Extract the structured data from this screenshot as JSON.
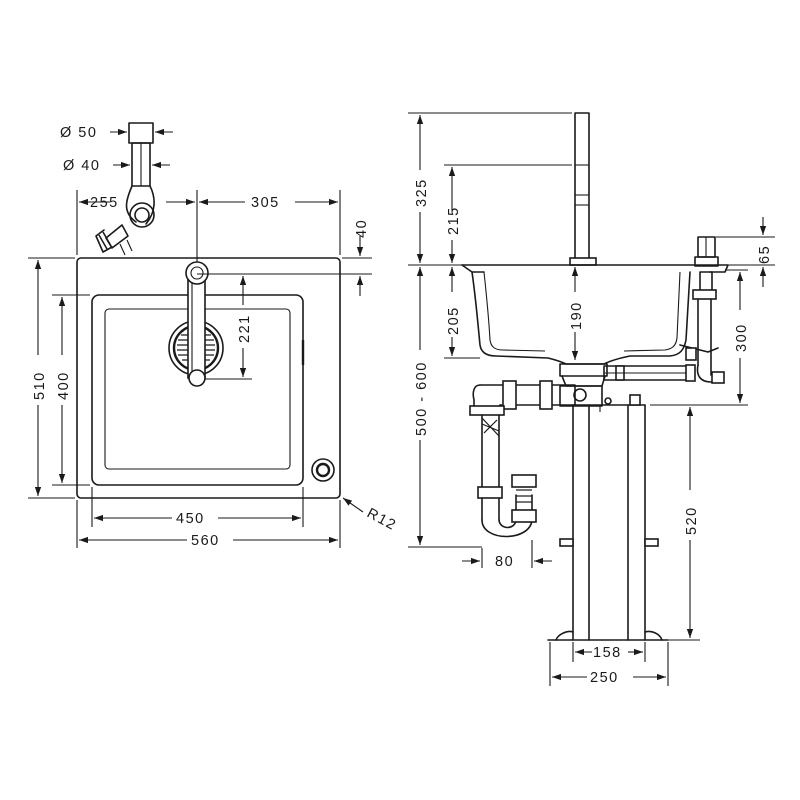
{
  "top_view": {
    "dim_pipe_outer": "Ø 50",
    "dim_pipe_inner": "Ø 40",
    "dim_left_offset": "255",
    "dim_right_offset": "305",
    "dim_top_gap": "40",
    "dim_height_outer": "510",
    "dim_height_inner": "400",
    "dim_tap_reach": "221",
    "dim_width_inner": "450",
    "dim_width_outer": "560",
    "dim_radius": "R12"
  },
  "side_view": {
    "dim_tap_total": "325",
    "dim_tap_spout": "215",
    "dim_dispenser": "65",
    "dim_bowl_depth": "205",
    "dim_bowl_center": "190",
    "dim_side_depth": "300",
    "dim_mount_height": "500 - 600",
    "dim_cabinet_height": "520",
    "dim_trap_width": "80",
    "dim_leg_inner": "158",
    "dim_leg_outer": "250"
  }
}
